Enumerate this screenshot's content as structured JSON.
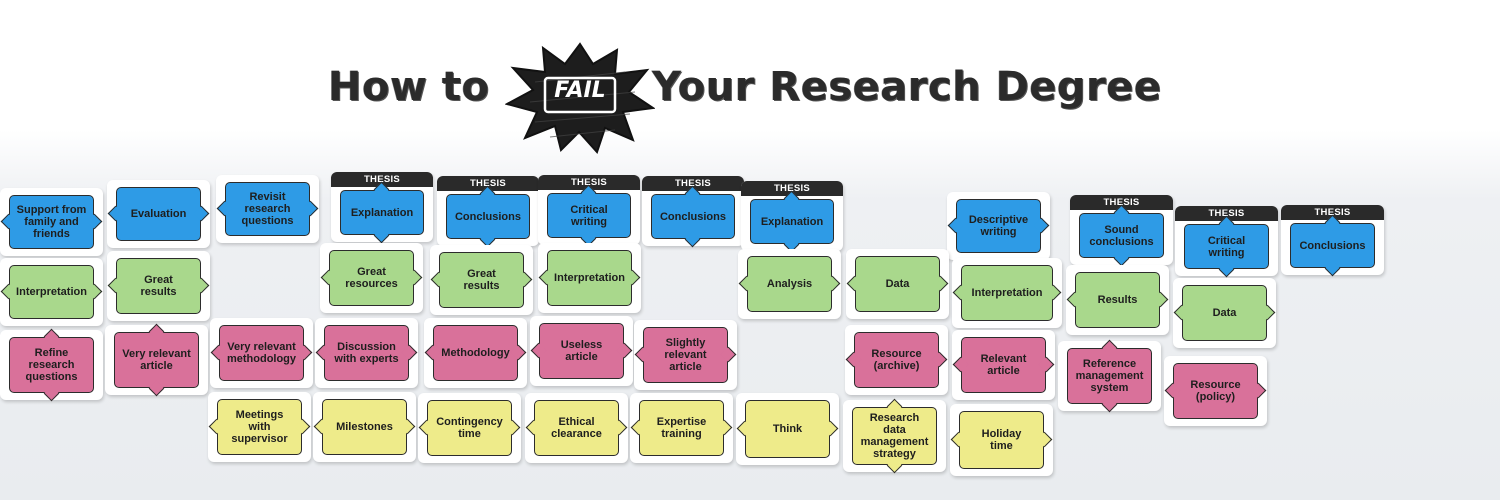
{
  "title": {
    "before": "How to",
    "badge": "FAIL",
    "after": "Your Research Degree"
  },
  "colors": {
    "blue": "#2e9be6",
    "green": "#a9d88c",
    "pink": "#d9719a",
    "yellow": "#eeeb8a",
    "thesis_bar": "#2a2a2a"
  },
  "thesis_label": "THESIS",
  "cards": [
    {
      "id": "support",
      "text": "Support from\nfamily and\nfriends",
      "color": "blue",
      "thesis": false
    },
    {
      "id": "evaluation",
      "text": "Evaluation",
      "color": "blue",
      "thesis": false
    },
    {
      "id": "revisit",
      "text": "Revisit\nresearch\nquestions",
      "color": "blue",
      "thesis": false
    },
    {
      "id": "t-explanation-1",
      "text": "Explanation",
      "color": "blue",
      "thesis": true
    },
    {
      "id": "t-conclusions-1",
      "text": "Conclusions",
      "color": "blue",
      "thesis": true
    },
    {
      "id": "t-critical-1",
      "text": "Critical\nwriting",
      "color": "blue",
      "thesis": true
    },
    {
      "id": "t-conclusions-2",
      "text": "Conclusions",
      "color": "blue",
      "thesis": true
    },
    {
      "id": "t-explanation-2",
      "text": "Explanation",
      "color": "blue",
      "thesis": true
    },
    {
      "id": "descriptive",
      "text": "Descriptive\nwriting",
      "color": "blue",
      "thesis": false
    },
    {
      "id": "t-sound",
      "text": "Sound\nconclusions",
      "color": "blue",
      "thesis": true
    },
    {
      "id": "t-critical-2",
      "text": "Critical\nwriting",
      "color": "blue",
      "thesis": true
    },
    {
      "id": "t-conclusions-3",
      "text": "Conclusions",
      "color": "blue",
      "thesis": true
    },
    {
      "id": "interp-1",
      "text": "Interpretation",
      "color": "green",
      "thesis": false
    },
    {
      "id": "great-results-1",
      "text": "Great\nresults",
      "color": "green",
      "thesis": false
    },
    {
      "id": "great-resources",
      "text": "Great\nresources",
      "color": "green",
      "thesis": false
    },
    {
      "id": "great-results-2",
      "text": "Great\nresults",
      "color": "green",
      "thesis": false
    },
    {
      "id": "interp-2",
      "text": "Interpretation",
      "color": "green",
      "thesis": false
    },
    {
      "id": "analysis",
      "text": "Analysis",
      "color": "green",
      "thesis": false
    },
    {
      "id": "data-1",
      "text": "Data",
      "color": "green",
      "thesis": false
    },
    {
      "id": "interp-3",
      "text": "Interpretation",
      "color": "green",
      "thesis": false
    },
    {
      "id": "results",
      "text": "Results",
      "color": "green",
      "thesis": false
    },
    {
      "id": "data-2",
      "text": "Data",
      "color": "green",
      "thesis": false
    },
    {
      "id": "refine",
      "text": "Refine\nresearch\nquestions",
      "color": "pink",
      "thesis": false
    },
    {
      "id": "very-relevant-article",
      "text": "Very relevant\narticle",
      "color": "pink",
      "thesis": false
    },
    {
      "id": "very-relevant-method",
      "text": "Very relevant\nmethodology",
      "color": "pink",
      "thesis": false
    },
    {
      "id": "discussion",
      "text": "Discussion\nwith experts",
      "color": "pink",
      "thesis": false
    },
    {
      "id": "methodology",
      "text": "Methodology",
      "color": "pink",
      "thesis": false
    },
    {
      "id": "useless",
      "text": "Useless\narticle",
      "color": "pink",
      "thesis": false
    },
    {
      "id": "slightly",
      "text": "Slightly\nrelevant\narticle",
      "color": "pink",
      "thesis": false
    },
    {
      "id": "resource-archive",
      "text": "Resource\n(archive)",
      "color": "pink",
      "thesis": false
    },
    {
      "id": "relevant-article",
      "text": "Relevant\narticle",
      "color": "pink",
      "thesis": false
    },
    {
      "id": "reference",
      "text": "Reference\nmanagement\nsystem",
      "color": "pink",
      "thesis": false
    },
    {
      "id": "resource-policy",
      "text": "Resource\n(policy)",
      "color": "pink",
      "thesis": false
    },
    {
      "id": "meetings",
      "text": "Meetings with\nsupervisor",
      "color": "yellow",
      "thesis": false
    },
    {
      "id": "milestones",
      "text": "Milestones",
      "color": "yellow",
      "thesis": false
    },
    {
      "id": "contingency",
      "text": "Contingency\ntime",
      "color": "yellow",
      "thesis": false
    },
    {
      "id": "ethical",
      "text": "Ethical\nclearance",
      "color": "yellow",
      "thesis": false
    },
    {
      "id": "expertise",
      "text": "Expertise\ntraining",
      "color": "yellow",
      "thesis": false
    },
    {
      "id": "think",
      "text": "Think",
      "color": "yellow",
      "thesis": false
    },
    {
      "id": "rdms",
      "text": "Research\ndata\nmanagement\nstrategy",
      "color": "yellow",
      "thesis": false
    },
    {
      "id": "holiday",
      "text": "Holiday\ntime",
      "color": "yellow",
      "thesis": false
    }
  ]
}
